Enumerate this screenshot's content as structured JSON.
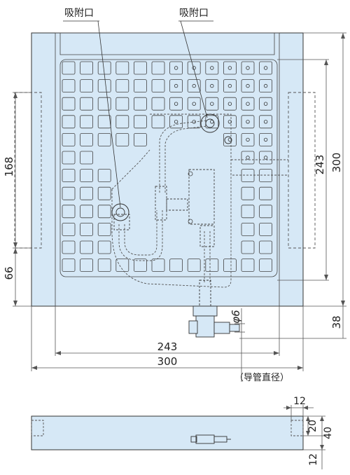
{
  "labels": {
    "suction_port_left": "吸附口",
    "suction_port_right": "吸附口",
    "tube_diameter_note": "（导管直径）"
  },
  "dimensions": {
    "left_168": "168",
    "left_66": "66",
    "right_243": "243",
    "right_300": "300",
    "right_38": "38",
    "bottom_243": "243",
    "bottom_300": "300",
    "tube_phi": "φ6",
    "side_12_top": "12",
    "side_20": "20",
    "side_40": "40",
    "side_12_bottom": "12"
  },
  "colors": {
    "plate_fill": "#d6e8f6",
    "line": "#333333",
    "dim_line": "#555555"
  },
  "grid": {
    "rows": 12,
    "cols": 12,
    "holed_rows": [
      0,
      1,
      2,
      3,
      4,
      5
    ],
    "holed_cols": [
      6,
      7,
      8,
      9,
      10,
      11
    ]
  }
}
